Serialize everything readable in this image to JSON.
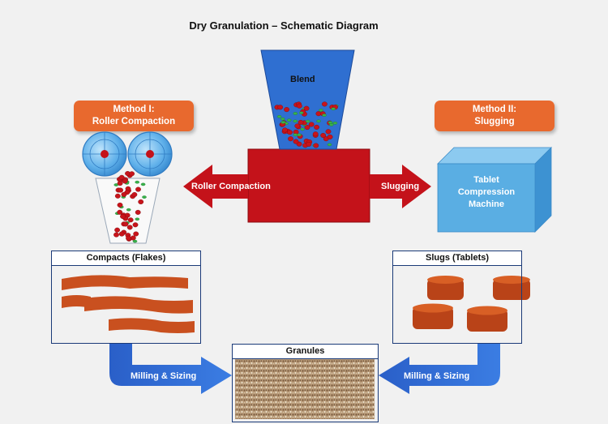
{
  "title": "Dry Granulation – Schematic Diagram",
  "blend_label": "Blend",
  "method1": {
    "line1": "Method I:",
    "line2": "Roller Compaction"
  },
  "method2": {
    "line1": "Method II:",
    "line2": "Slugging"
  },
  "arrow_left_label": "Roller Compaction",
  "arrow_right_label": "Slugging",
  "machine": {
    "line1": "Tablet",
    "line2": "Compression",
    "line3": "Machine"
  },
  "compacts_title": "Compacts (Flakes)",
  "slugs_title": "Slugs (Tablets)",
  "granules_title": "Granules",
  "milling_left": "Milling & Sizing",
  "milling_right": "Milling & Sizing",
  "colors": {
    "orange": "#e8692e",
    "red_block": "#c4121a",
    "blue_hopper": "#2f6fd1",
    "blue_arrow": "#2f63d8",
    "flake": "#c9501f",
    "machine_blue": "#5aaee3"
  }
}
